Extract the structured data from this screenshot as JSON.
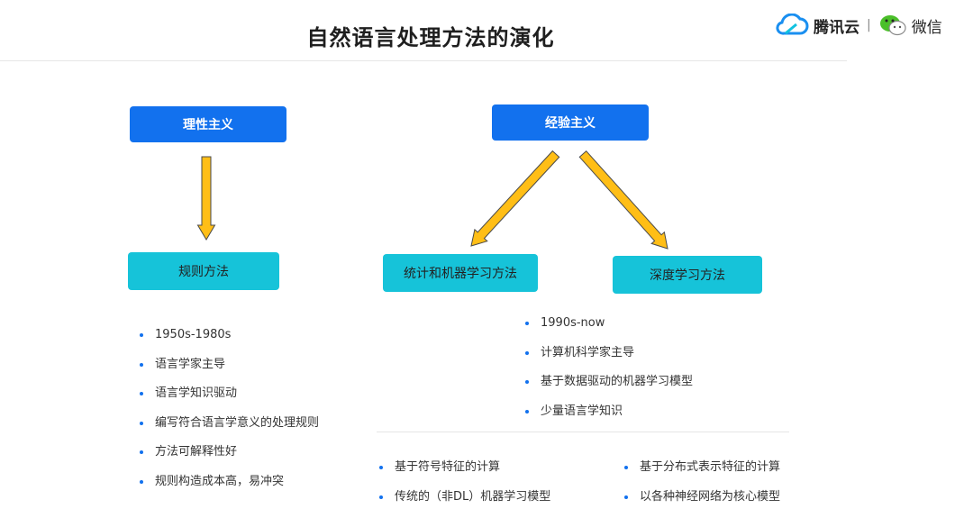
{
  "title": "自然语言处理方法的演化",
  "brand": {
    "tencent_cloud": "腾讯云",
    "separator": "|",
    "wechat": "微信"
  },
  "nodes": {
    "rationalism": "理性主义",
    "empiricism": "经验主义",
    "rule_method": "规则方法",
    "statistical_ml": "统计和机器学习方法",
    "deep_learning": "深度学习方法"
  },
  "rule_bullets": [
    "1950s-1980s",
    "语言学家主导",
    "语言学知识驱动",
    "编写符合语言学意义的处理规则",
    "方法可解释性好",
    "规则构造成本高，易冲突"
  ],
  "empirical_bullets": [
    "1990s-now",
    "计算机科学家主导",
    "基于数据驱动的机器学习模型",
    "少量语言学知识"
  ],
  "statistical_bullets": [
    "基于符号特征的计算",
    "传统的（非DL）机器学习模型"
  ],
  "deep_bullets": [
    "基于分布式表示特征的计算",
    "以各种神经网络为核心模型"
  ],
  "colors": {
    "node_blue": "#1271ee",
    "node_cyan": "#16c3d9",
    "arrow_fill": "#ffbe16",
    "arrow_stroke": "#4a4a4a",
    "bullet_dot": "#1271ee"
  }
}
